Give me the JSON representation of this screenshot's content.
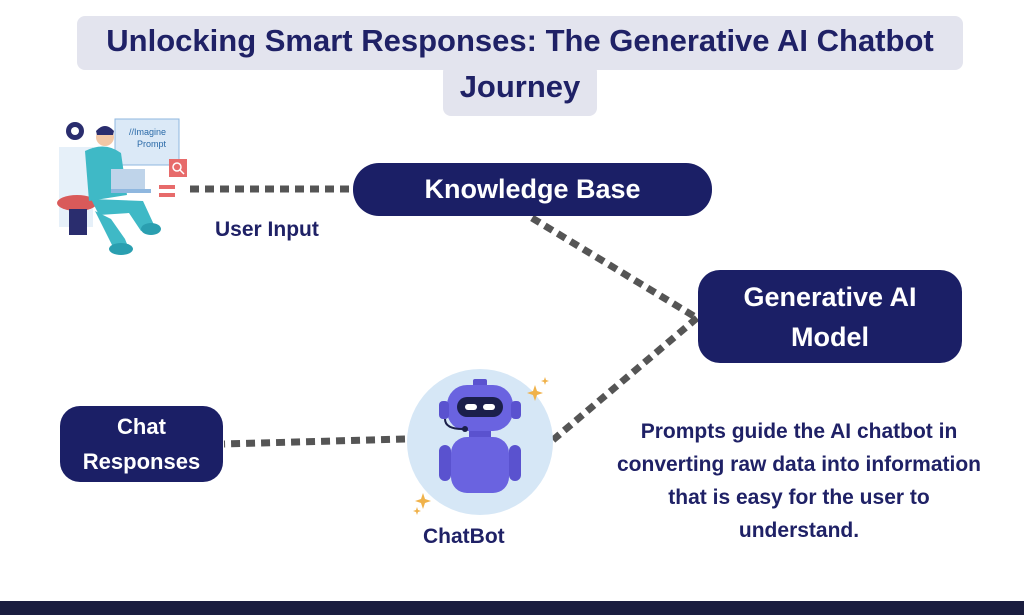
{
  "title": "Unlocking Smart Responses: The Generative AI Chatbot Journey",
  "nodes": {
    "knowledge_base": "Knowledge Base",
    "generative_model": "Generative AI\nModel",
    "chat_responses": "Chat\nResponses"
  },
  "labels": {
    "user_input": "User Input",
    "chatbot": "ChatBot"
  },
  "illustration": {
    "screen_text": "//Imagine\nPrompt"
  },
  "description": "Prompts guide the AI chatbot in converting raw data into information that is easy for the user to understand.",
  "colors": {
    "node_bg": "#1b1f66",
    "title_bg": "#e3e4ee",
    "bot_circle": "#d6e7f6",
    "bot_body": "#6a63e0",
    "connector": "#555555",
    "footer": "#1a1d3f"
  }
}
